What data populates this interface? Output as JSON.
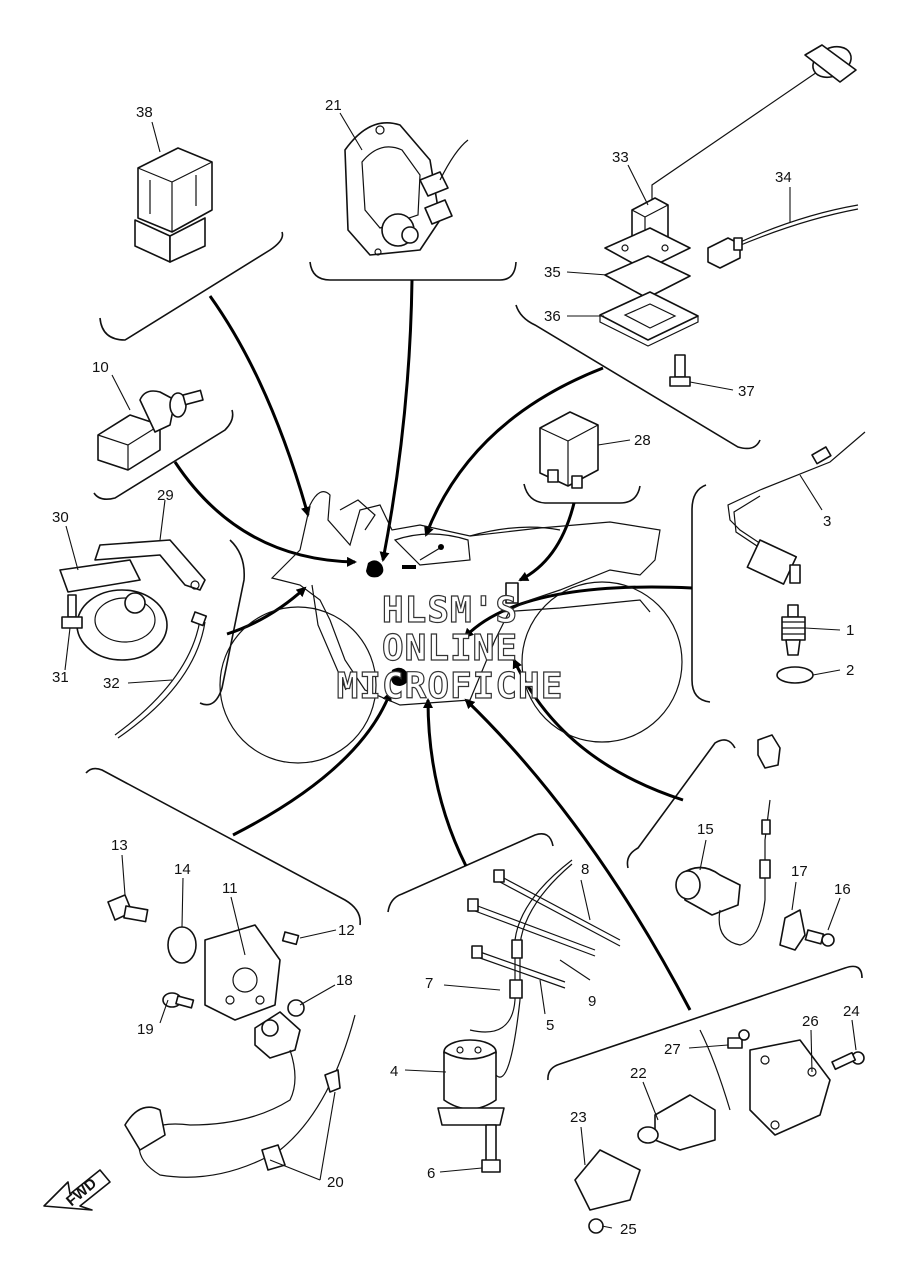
{
  "watermark": [
    "HLSM'S",
    "ONLINE",
    "MICROFICHE"
  ],
  "fwd_label": "FWD",
  "callouts": {
    "c1": "1",
    "c2": "2",
    "c3": "3",
    "c4": "4",
    "c5": "5",
    "c6": "6",
    "c7": "7",
    "c8": "8",
    "c9": "9",
    "c10": "10",
    "c11": "11",
    "c12": "12",
    "c13": "13",
    "c14": "14",
    "c15": "15",
    "c16": "16",
    "c17": "17",
    "c18": "18",
    "c19": "19",
    "c20": "20",
    "c21": "21",
    "c22": "22",
    "c23": "23",
    "c24": "24",
    "c25": "25",
    "c26": "26",
    "c27": "27",
    "c28": "28",
    "c29": "29",
    "c30": "30",
    "c31": "31",
    "c32": "32",
    "c33": "33",
    "c34": "34",
    "c35": "35",
    "c36": "36",
    "c37": "37",
    "c38": "38"
  }
}
